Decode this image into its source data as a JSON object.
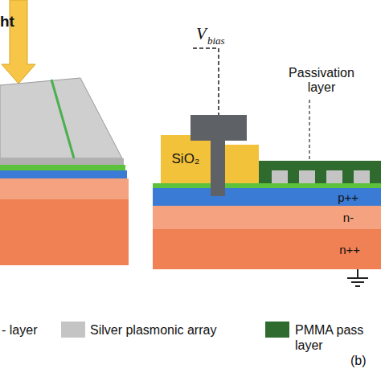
{
  "diagram": {
    "nodes": [
      {
        "text": [
          "SiO₂"
        ]
      },
      {
        "text": [
          "p++"
        ]
      },
      {
        "text": [
          "n-"
        ]
      },
      {
        "text": [
          "n++"
        ]
      }
    ],
    "labels": [
      "ht",
      "V",
      "bias",
      "Passivation layer",
      "- layer",
      "(b)"
    ],
    "legend": [
      {
        "text": "Silver plasmonic array",
        "color": "#c4c4c4"
      },
      {
        "text": "PMMA pass layer",
        "color": "#2f6b2f"
      }
    ]
  }
}
